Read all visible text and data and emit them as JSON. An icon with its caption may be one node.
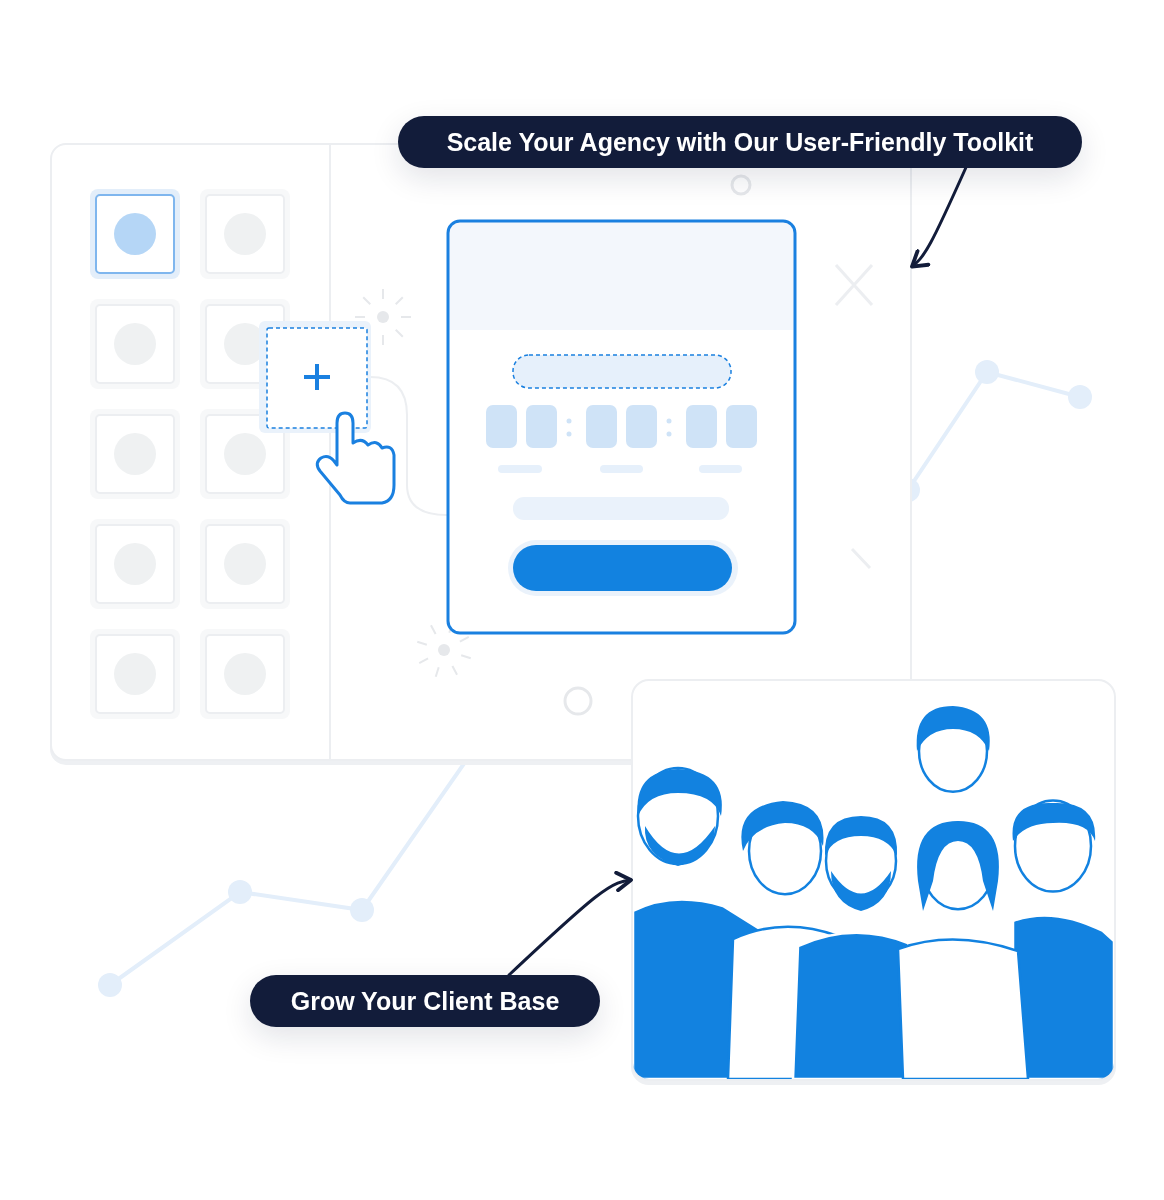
{
  "diagram": {
    "nodes": [
      {
        "text": [
          "Scale Your Agency with Our User-Friendly Toolkit"
        ]
      },
      {
        "text": [],
        "shape": "box"
      },
      {
        "text": [
          "Grow Your Client Base"
        ]
      },
      {
        "text": [],
        "shape": "picture"
      }
    ],
    "edges": [
      {
        "from": 0,
        "to": 1,
        "arrow": "to"
      },
      {
        "from": 2,
        "to": 3,
        "arrow": "to"
      }
    ]
  }
}
